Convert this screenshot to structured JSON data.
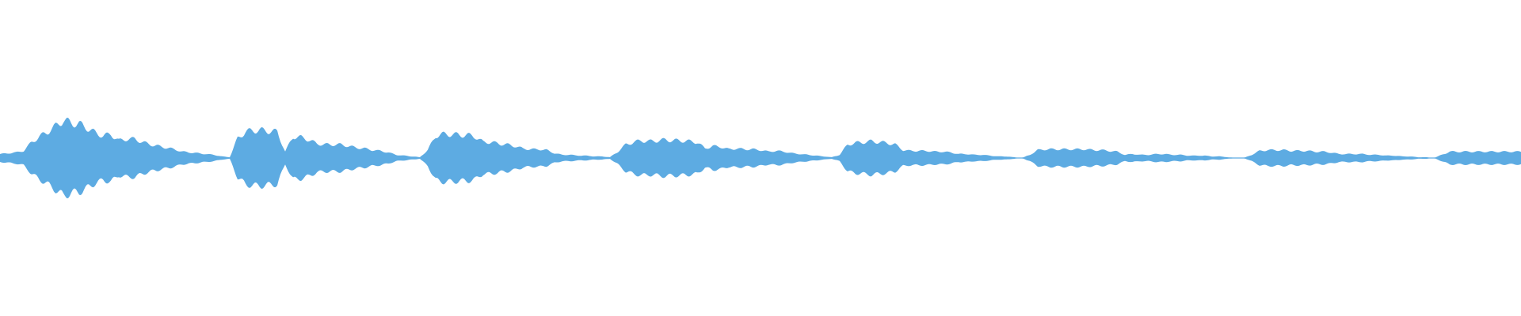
{
  "waveform": {
    "color": "#5DABE2",
    "background": "#FFFFFF",
    "peaks_percent": [
      10,
      12,
      14,
      18,
      40,
      54,
      66,
      80,
      96,
      88,
      86,
      76,
      64,
      56,
      60,
      44,
      48,
      48,
      40,
      34,
      30,
      26,
      22,
      16,
      14,
      12,
      10,
      8,
      4,
      2,
      50,
      66,
      70,
      70,
      68,
      66,
      16,
      54,
      52,
      46,
      36,
      34,
      34,
      34,
      30,
      26,
      24,
      20,
      18,
      14,
      8,
      6,
      4,
      2,
      20,
      56,
      60,
      60,
      58,
      58,
      54,
      40,
      40,
      36,
      34,
      30,
      24,
      22,
      22,
      20,
      12,
      8,
      8,
      6,
      6,
      4,
      4,
      2,
      16,
      34,
      40,
      44,
      42,
      44,
      46,
      44,
      44,
      42,
      40,
      24,
      30,
      28,
      22,
      24,
      22,
      22,
      20,
      16,
      18,
      16,
      12,
      10,
      8,
      6,
      4,
      2,
      8,
      34,
      38,
      40,
      42,
      40,
      38,
      34,
      20,
      18,
      18,
      18,
      16,
      16,
      14,
      10,
      10,
      8,
      8,
      6,
      4,
      4,
      2,
      0,
      8,
      20,
      22,
      22,
      22,
      22,
      22,
      22,
      20,
      20,
      18,
      16,
      8,
      10,
      8,
      8,
      10,
      10,
      8,
      8,
      6,
      6,
      6,
      4,
      4,
      2,
      0,
      0,
      8,
      18,
      20,
      20,
      20,
      18,
      18,
      18,
      16,
      16,
      14,
      10,
      10,
      10,
      10,
      8,
      8,
      6,
      6,
      4,
      4,
      2,
      2,
      0,
      8,
      16,
      16,
      16,
      16,
      16,
      16,
      16,
      16,
      16,
      16
    ]
  }
}
